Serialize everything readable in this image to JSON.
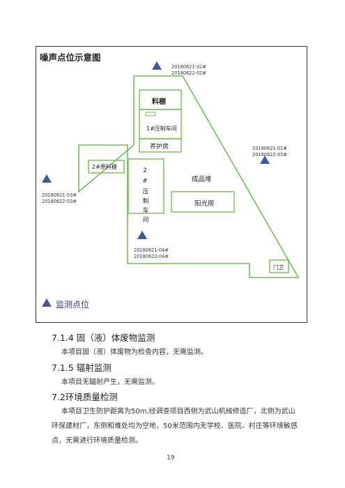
{
  "diagram": {
    "title": "噪声点位示意图",
    "points": {
      "north": [
        "20180621-02#",
        "20180622-02#"
      ],
      "east": [
        "20180621-01#",
        "20180622-01#"
      ],
      "west": [
        "20180621-03#",
        "20180622-03#"
      ],
      "south": [
        "20180621-04#",
        "20180622-04#"
      ]
    },
    "buildings": {
      "material_shed": "料棚",
      "press_workshop_1": "1#压制车间",
      "curing_room": "养护房",
      "raw_material_shed_2": "2#原料棚",
      "press_workshop_2": "2#压制车间",
      "finished_pile": "成品堆",
      "sun_room": "阳光房",
      "gate_guard": "门卫"
    },
    "legend": "监测点位",
    "marker_color": "#3b5aa6",
    "boundary_color": "#6fbf4f"
  },
  "sections": [
    {
      "heading": "7.1.4 固（液）体废物监测",
      "body": [
        "本项目固（液）体废物为检查内容，无需监测。"
      ]
    },
    {
      "heading": "7.1.5 辐射监测",
      "body": [
        "本项目无辐射产生，无需监测。"
      ]
    },
    {
      "heading": "7.2环境质量检测",
      "body": [
        "本项目卫生防护距离为50m,经调查项目西侧为武山机械修造厂，北侧为武山",
        "环保建材厂，东侧和难处均为空地，50米范围内无学校、医院、村庄等环境敏感",
        "点，无需进行环境质量检测。"
      ]
    }
  ],
  "page_number": "19"
}
